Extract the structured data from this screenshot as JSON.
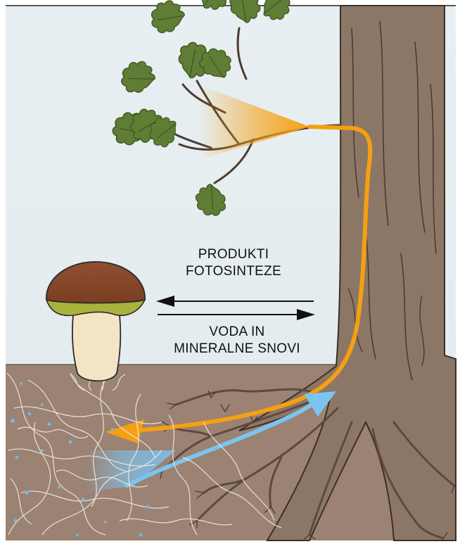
{
  "labels": {
    "top_line1": "PRODUKTI",
    "top_line2": "FOTOSINTEZE",
    "bottom_line1": "VODA IN",
    "bottom_line2": "MINERALNE SNOVI"
  },
  "arrows": {
    "left_direction": "left",
    "right_direction": "right"
  },
  "colors": {
    "sky": "#e6eef1",
    "soil": "#9b8272",
    "trunk": "#8c7767",
    "trunk_outline": "#3a2e27",
    "leaf": "#5f7d34",
    "leaf_dark": "#3f5522",
    "mushroom_cap": "#8a4b2a",
    "mushroom_gills": "#a9b23c",
    "mushroom_stem": "#f4e4c6",
    "mycelium": "#e6e2dc",
    "water_dots": "#74b8df",
    "sugar_flow": "#f5a012",
    "water_flow": "#7cc4f0"
  },
  "icons": [
    "oak-tree",
    "oak-leaves",
    "bolete-mushroom",
    "mycelium-network",
    "tree-roots"
  ]
}
